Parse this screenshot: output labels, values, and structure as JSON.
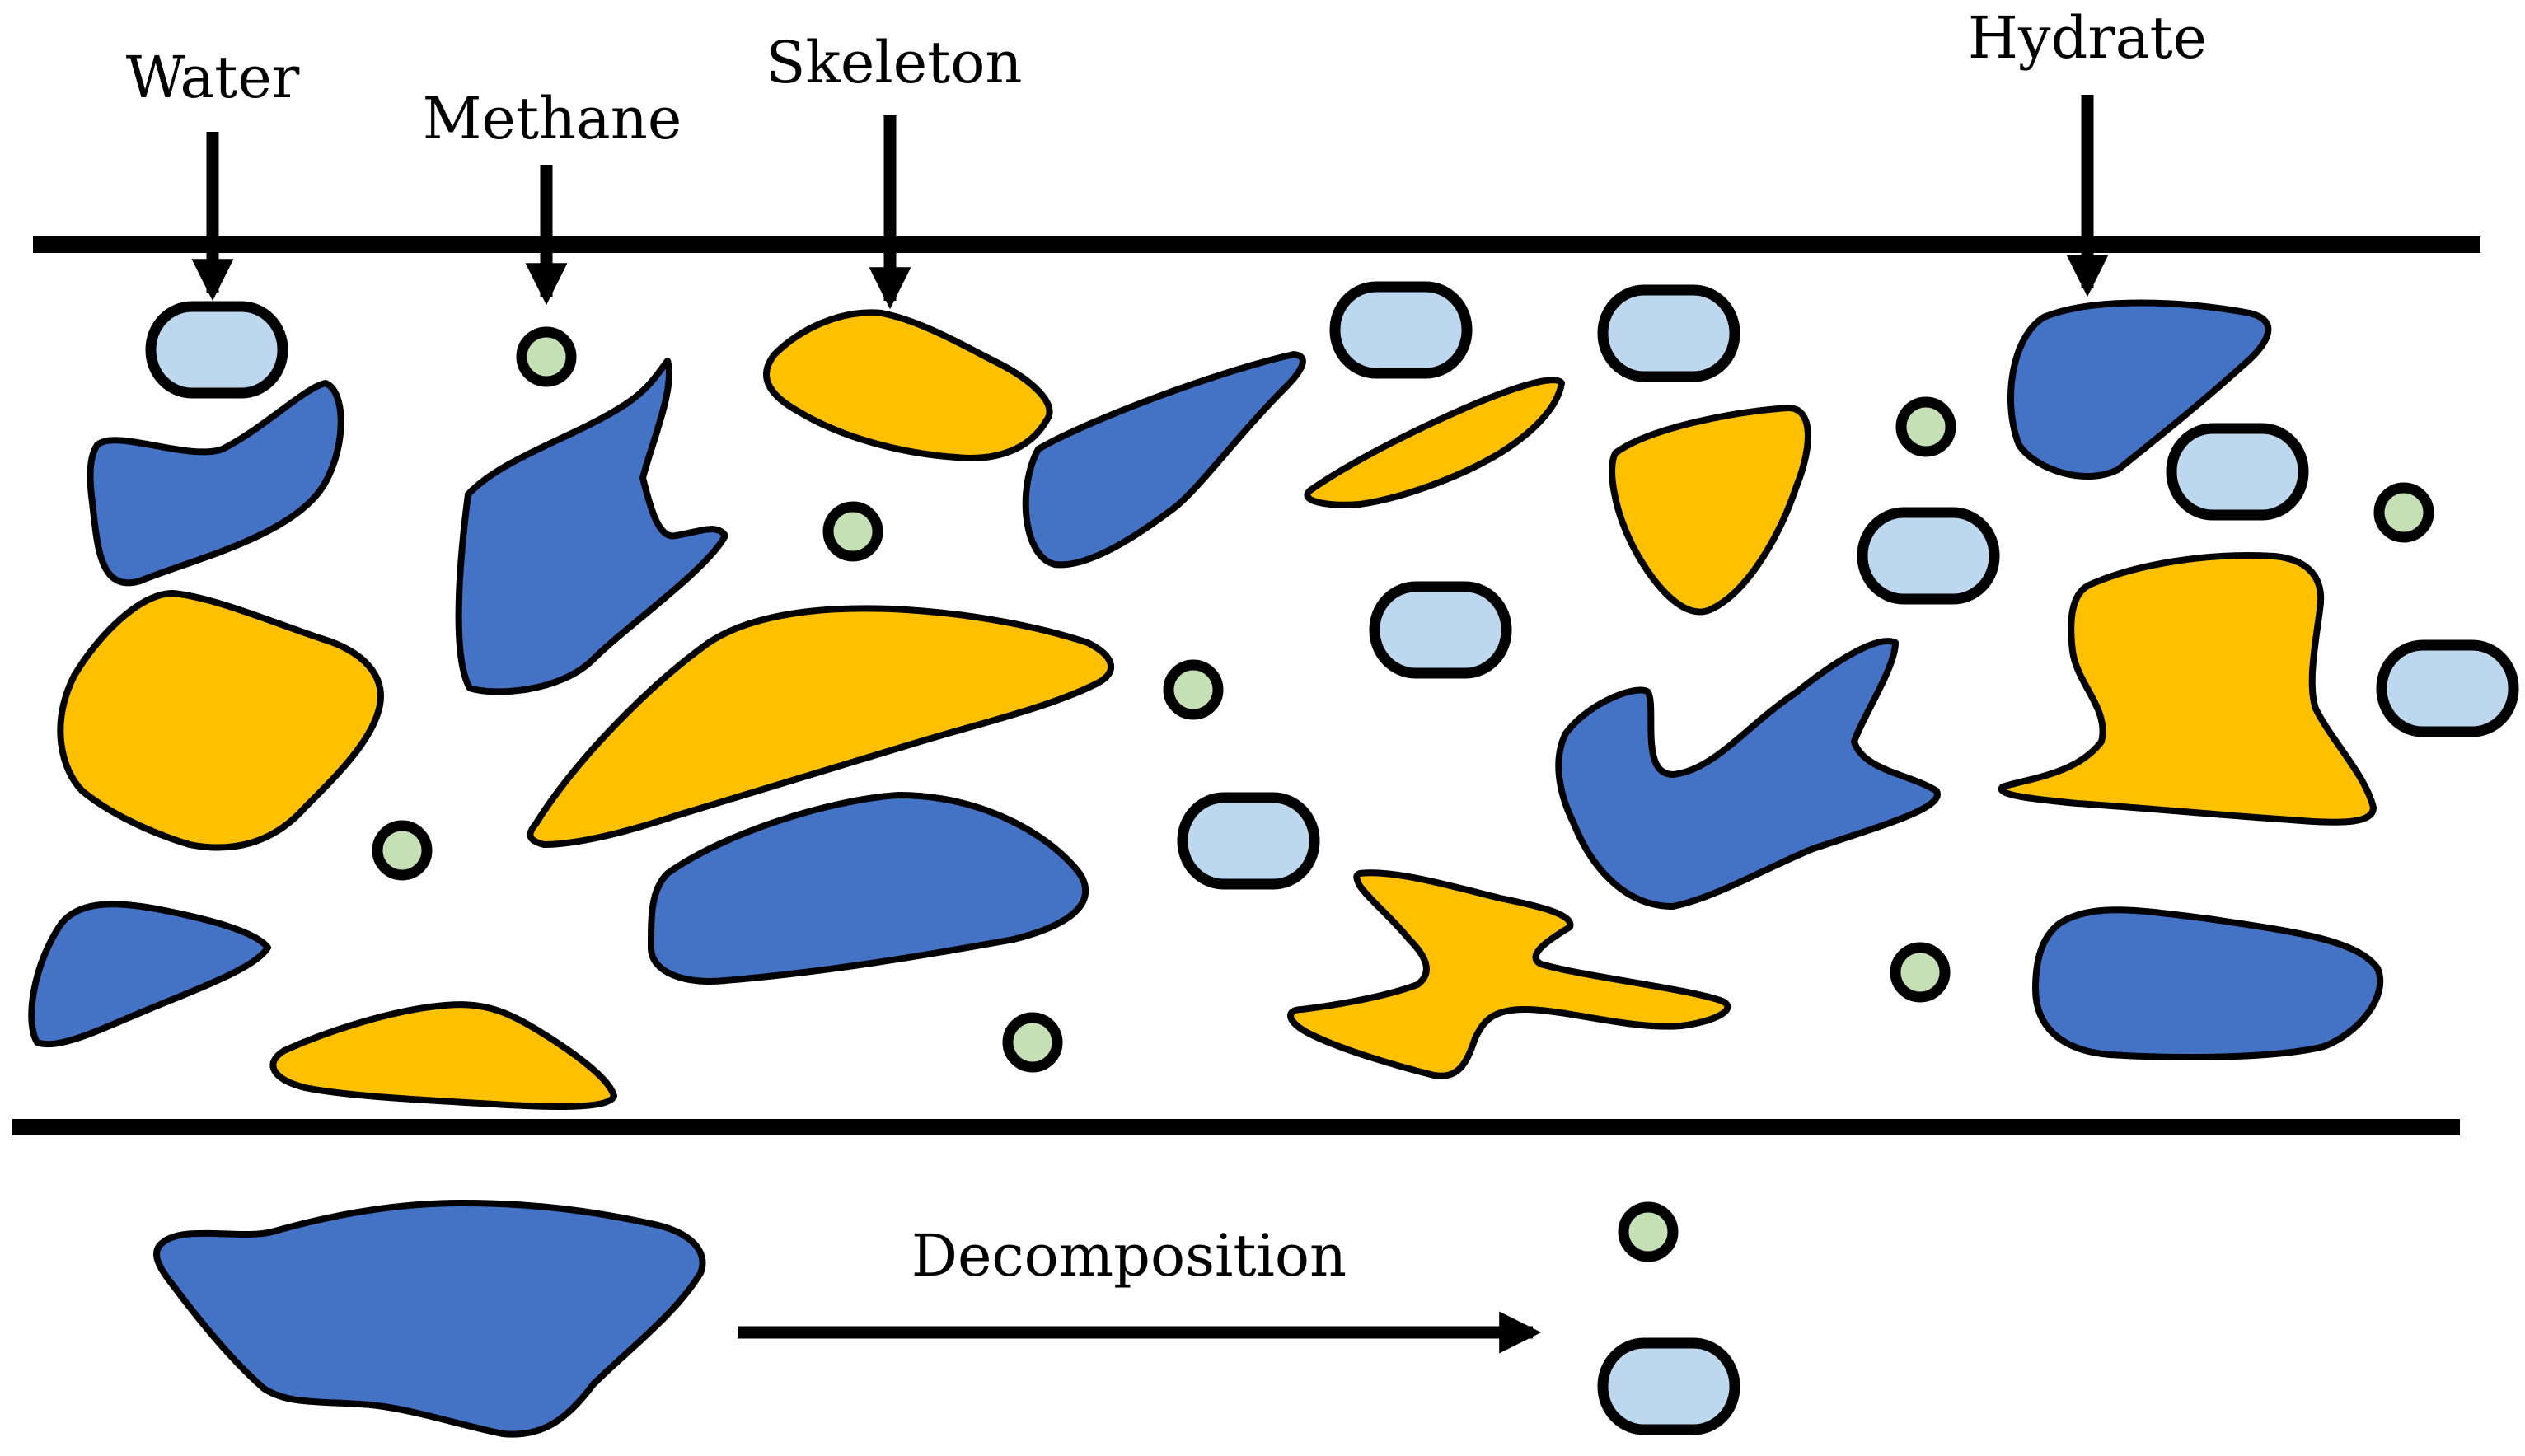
{
  "labels": {
    "water": "Water",
    "methane": "Methane",
    "skeleton": "Skeleton",
    "hydrate": "Hydrate",
    "decomposition": "Decomposition"
  },
  "colors": {
    "hydrate": "#4472c4",
    "skeleton": "#ffc000",
    "methane": "#c5e0b4",
    "water": "#bdd7ee",
    "outline": "#000000"
  }
}
